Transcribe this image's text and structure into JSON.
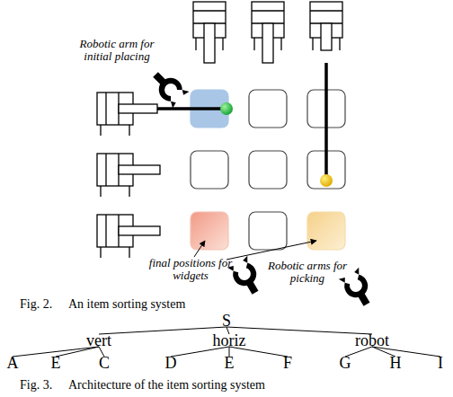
{
  "diagram": {
    "nodes": [
      {
        "text": [
          "S"
        ]
      },
      {
        "text": [
          "vert"
        ]
      },
      {
        "text": [
          "horiz"
        ]
      },
      {
        "text": [
          "robot"
        ]
      },
      {
        "text": [
          "A"
        ]
      },
      {
        "text": [
          "E"
        ]
      },
      {
        "text": [
          "C"
        ]
      },
      {
        "text": [
          "D"
        ]
      },
      {
        "text": [
          "E"
        ]
      },
      {
        "text": [
          "F"
        ]
      },
      {
        "text": [
          "G"
        ]
      },
      {
        "text": [
          "H"
        ]
      },
      {
        "text": [
          "I"
        ]
      }
    ],
    "edges": [
      {
        "from": 0,
        "to": 1,
        "arrow": "none"
      },
      {
        "from": 0,
        "to": 2,
        "arrow": "none"
      },
      {
        "from": 0,
        "to": 3,
        "arrow": "none"
      },
      {
        "from": 1,
        "to": 4,
        "arrow": "none"
      },
      {
        "from": 1,
        "to": 5,
        "arrow": "none"
      },
      {
        "from": 1,
        "to": 6,
        "arrow": "none"
      },
      {
        "from": 2,
        "to": 7,
        "arrow": "none"
      },
      {
        "from": 2,
        "to": 8,
        "arrow": "none"
      },
      {
        "from": 2,
        "to": 9,
        "arrow": "none"
      },
      {
        "from": 3,
        "to": 10,
        "arrow": "none"
      },
      {
        "from": 3,
        "to": 11,
        "arrow": "none"
      },
      {
        "from": 3,
        "to": 12,
        "arrow": "none"
      }
    ],
    "labels": [
      "Robotic arm for initial placing",
      "final positions for widgets",
      "Robotic arms for picking",
      "Fig. 2.",
      "An item sorting system",
      "Fig. 3.",
      "Architecture of the item sorting system"
    ]
  }
}
